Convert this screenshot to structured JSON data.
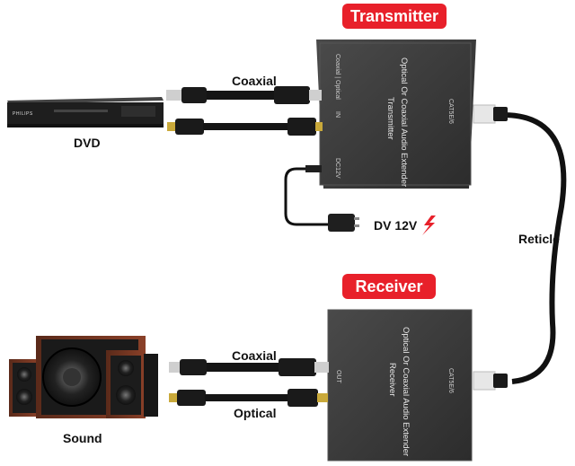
{
  "transmitter": {
    "title": "Transmitter",
    "product_line1": "Optical Or Coaxial Audio Extender",
    "product_line2": "Transmitter",
    "port_left_top": "Coaxial | Optical",
    "port_in": "IN",
    "port_dc": "DC12V",
    "port_cat": "CAT5E/6"
  },
  "receiver": {
    "title": "Receiver",
    "product_line1": "Optical Or Coaxial Audio Extender",
    "product_line2": "Receiver",
    "port_out": "OUT",
    "port_cat": "CAT5E/6"
  },
  "labels": {
    "dvd": "DVD",
    "sound": "Sound",
    "coaxial_top": "Coaxial",
    "coaxial_bottom": "Coaxial",
    "optical": "Optical",
    "power": "DV 12V",
    "reticle": "Reticle"
  },
  "dvd_brand": "PHILIPS",
  "colors": {
    "title_bg": "#e8202a",
    "box": "#3a3a3a",
    "bolt": "#e8202a"
  }
}
